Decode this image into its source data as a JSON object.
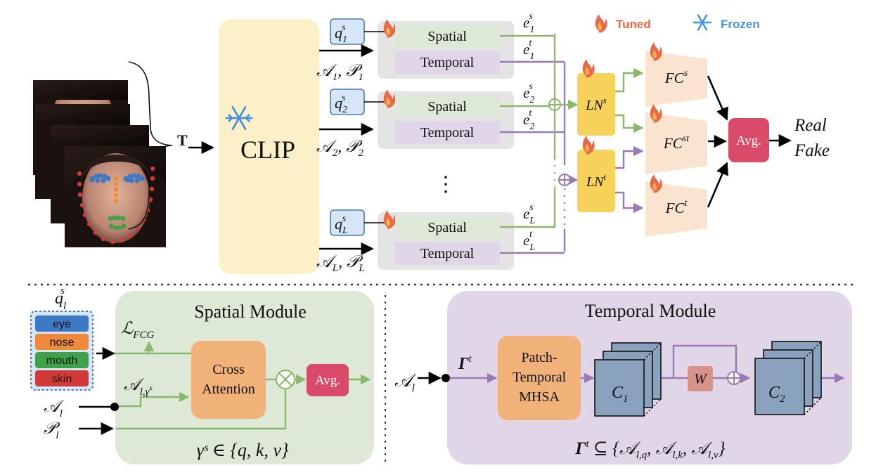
{
  "legend": {
    "tuned_label": "Tuned",
    "frozen_label": "Frozen",
    "tuned_color": "#e8694a",
    "frozen_color": "#4a90e2"
  },
  "input": {
    "stack_label": "T",
    "frames": [
      "face-frame-1",
      "face-frame-2",
      "face-frame-3",
      "face-frame-4"
    ]
  },
  "encoder": {
    "label": "CLIP",
    "state": "frozen"
  },
  "layers": [
    {
      "query_sub": "1",
      "attn_sub": "1",
      "e_sub": "1",
      "spatial_label": "Spatial",
      "temporal_label": "Temporal"
    },
    {
      "query_sub": "2",
      "attn_sub": "2",
      "e_sub": "2",
      "spatial_label": "Spatial",
      "temporal_label": "Temporal"
    },
    {
      "query_sub": "L",
      "attn_sub": "L",
      "e_sub": "L",
      "spatial_label": "Spatial",
      "temporal_label": "Temporal"
    }
  ],
  "layer_ellipsis": "⋮",
  "symbols": {
    "A": "𝒜",
    "P": "𝒫",
    "q": "q",
    "e": "e",
    "s": "s",
    "t": "t",
    "otimes": "⊗",
    "oplus": "⊕"
  },
  "head": {
    "ln_s": {
      "base": "LN",
      "sup": "s"
    },
    "ln_t": {
      "base": "LN",
      "sup": "t"
    },
    "fc_s": {
      "base": "FC",
      "sup": "s"
    },
    "fc_st": {
      "base": "FC",
      "sup": "st"
    },
    "fc_t": {
      "base": "FC",
      "sup": "t"
    },
    "avg_label": "Avg.",
    "output_real": "Real",
    "output_fake": "Fake"
  },
  "spatial_module": {
    "title": "Spatial Module",
    "query_label_base": "q",
    "query_label_sub": "l",
    "query_label_sup": "s",
    "query_items": [
      {
        "label": "eye",
        "color": "#3d79c4"
      },
      {
        "label": "nose",
        "color": "#ee8a3a"
      },
      {
        "label": "mouth",
        "color": "#3fa14a"
      },
      {
        "label": "skin",
        "color": "#d23a3a"
      }
    ],
    "loss_label": "ℒ",
    "loss_sub": "FCG",
    "cross_attention_line1": "Cross",
    "cross_attention_line2": "Attention",
    "avg_label": "Avg.",
    "input_a_sub": "l,γ",
    "input_a_subsup": "s",
    "input_al": "l",
    "input_pl": "l",
    "gamma_formula": "γˢ ∈ {q, k, v}"
  },
  "temporal_module": {
    "title": "Temporal Module",
    "input_label_sub": "l",
    "gamma_label": "Γ",
    "gamma_sup": "t",
    "mhsa_line1": "Patch-",
    "mhsa_line2": "Temporal",
    "mhsa_line3": "MHSA",
    "c1_label": "C",
    "c1_sub": "1",
    "w_label": "W",
    "c2_label": "C",
    "c2_sub": "2",
    "gamma_formula": "Γᵗ ⊆ {𝒜_{l,q}, 𝒜_{l,k}, 𝒜_{l,v}}",
    "formula_prefix": "Γ",
    "formula_sup": "t",
    "formula_mid": " ⊆ {",
    "formula_terms": [
      "l,q",
      "l,k",
      "l,v"
    ],
    "formula_end": "}"
  },
  "colors": {
    "spatial_bg": "#dde9d6",
    "temporal_bg": "#e1d6e8",
    "spatial_line": "#8ab86a",
    "temporal_line": "#9b79b5",
    "clip_bg": "#fcf0c8",
    "ln_bg": "#f6d25a",
    "fc_bg": "#fbe4cf",
    "avg_bg": "#d94b68",
    "orange_block": "#f1b27a",
    "query_bg": "#d7e6f7",
    "query_border": "#4a78b5",
    "module_gray": "#e4e4e4",
    "w_block": "#d7928a",
    "cube": "#8aa2bd"
  }
}
